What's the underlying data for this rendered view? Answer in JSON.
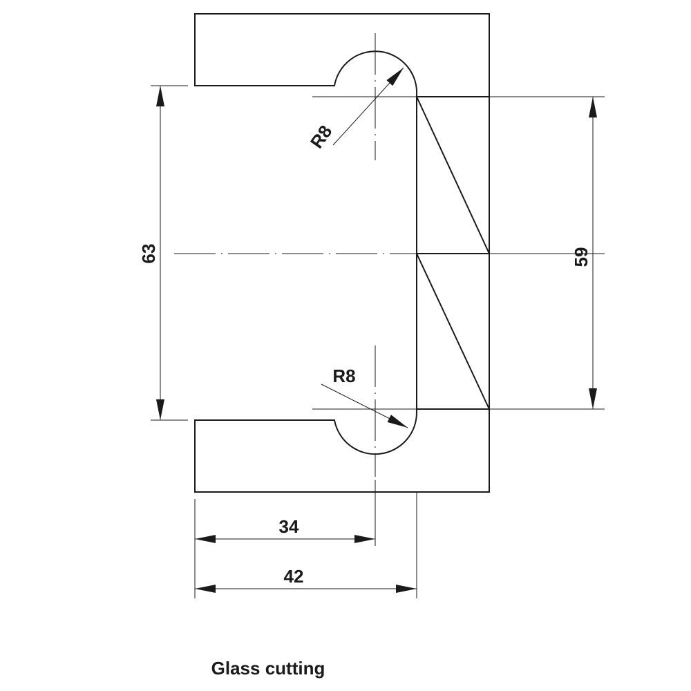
{
  "diagram": {
    "caption": "Glass cutting",
    "dimensions": {
      "height_outer": "63",
      "height_inner": "59",
      "width_to_center": "34",
      "width_total": "42",
      "radius_top": "R8",
      "radius_bottom": "R8"
    }
  }
}
